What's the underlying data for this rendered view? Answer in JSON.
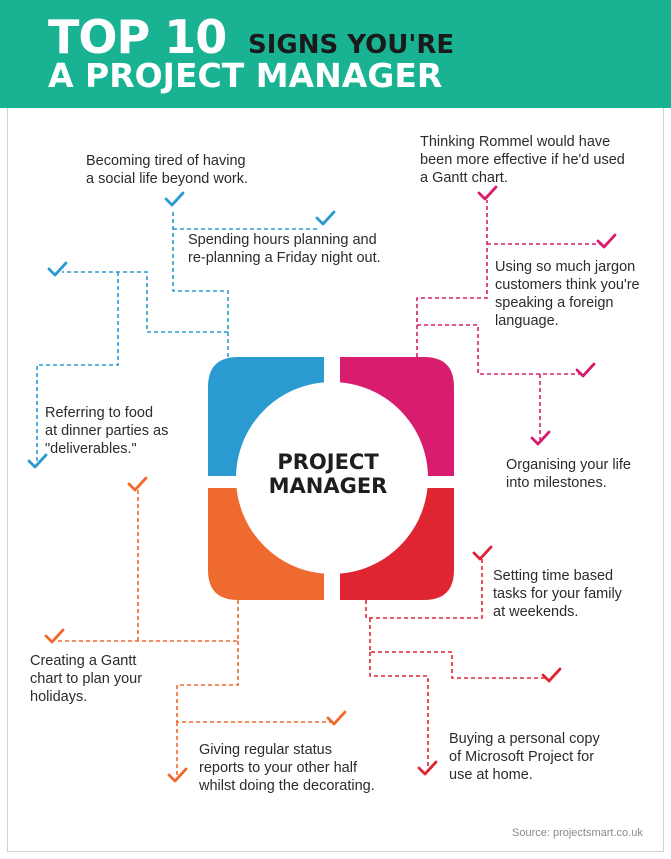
{
  "header": {
    "title_big": "TOP 10",
    "title_small": "SIGNS YOU'RE",
    "title_line2": "A PROJECT MANAGER"
  },
  "center": {
    "line1": "PROJECT",
    "line2": "MANAGER"
  },
  "colors": {
    "header_bg": "#19b394",
    "blue": "#2a9ad0",
    "pink": "#d81d6e",
    "orange": "#ef6a2f",
    "red": "#df2532"
  },
  "icons": [
    "check-icon"
  ],
  "tips": {
    "social": [
      "Becoming tired of having",
      "a social life beyond work."
    ],
    "friday": [
      "Spending hours planning and",
      "re-planning a Friday night out."
    ],
    "food": [
      "Referring to food",
      "at dinner parties as",
      "\"deliverables.\""
    ],
    "rommel": [
      "Thinking Rommel would have",
      "been more effective if he'd used",
      "a Gantt chart."
    ],
    "jargon": [
      "Using so much jargon",
      "customers think you're",
      "speaking a foreign",
      "language."
    ],
    "milestones": [
      "Organising your life",
      "into milestones."
    ],
    "gantt_holidays": [
      "Creating a Gantt",
      "chart to plan your",
      "holidays."
    ],
    "status": [
      "Giving regular status",
      "reports to your other half",
      "whilst doing the decorating."
    ],
    "weekends": [
      "Setting time based",
      "tasks for your family",
      "at weekends."
    ],
    "msproject": [
      "Buying a personal copy",
      "of Microsoft Project for",
      "use at home."
    ]
  },
  "source": "Source: projectsmart.co.uk"
}
